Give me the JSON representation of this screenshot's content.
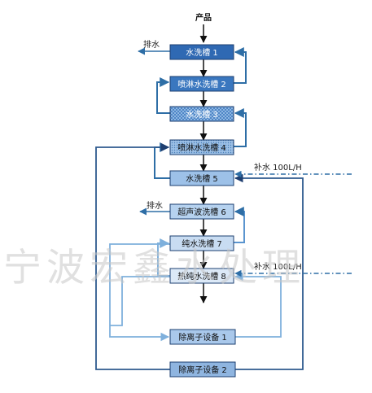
{
  "diagram": {
    "title": "产品",
    "tanks": [
      {
        "id": "t1",
        "label": "水洗槽 1"
      },
      {
        "id": "t2",
        "label": "喷淋水洗槽 2"
      },
      {
        "id": "t3",
        "label": "水洗槽 3"
      },
      {
        "id": "t4",
        "label": "喷淋水洗槽 4"
      },
      {
        "id": "t5",
        "label": "水洗槽 5"
      },
      {
        "id": "t6",
        "label": "超声波洗槽 6"
      },
      {
        "id": "t7",
        "label": "纯水洗槽 7"
      },
      {
        "id": "t8",
        "label": "热纯水洗槽 8"
      }
    ],
    "equipment": [
      {
        "id": "e1",
        "label": "除离子设备 1"
      },
      {
        "id": "e2",
        "label": "除离子设备 2"
      }
    ],
    "side_labels": {
      "drain_top": "排水",
      "drain_mid": "排水",
      "makeup_1": "补水 100L/H",
      "makeup_2": "补水 100L/H"
    },
    "watermark": "宁波宏鑫水处理"
  }
}
